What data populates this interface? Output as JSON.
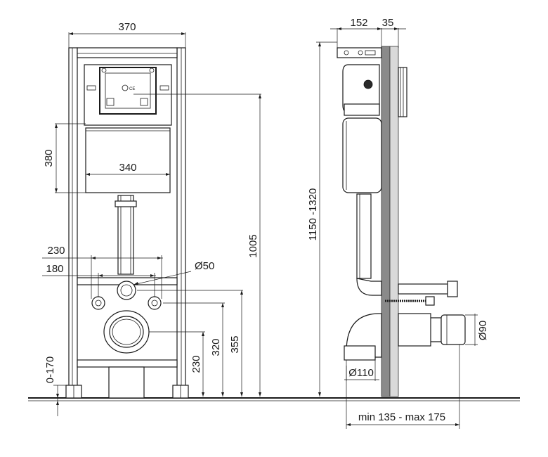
{
  "front_view": {
    "width_frame": "370",
    "cistern_height": "380",
    "cistern_width": "340",
    "stud_spacing_outer": "230",
    "stud_spacing_inner": "180",
    "flush_pipe_diameter": "Ø50",
    "total_height": "1005",
    "bolt_height": "355",
    "fixing_height": "320",
    "outlet_height": "230",
    "foot_adjust": "0-170"
  },
  "side_view": {
    "depth_frame": "152",
    "wall_offset": "35",
    "install_height": "1150 -1320",
    "outlet_diameter": "Ø110",
    "connector_diameter": "Ø90",
    "projection_range": "min 135 - max 175"
  }
}
